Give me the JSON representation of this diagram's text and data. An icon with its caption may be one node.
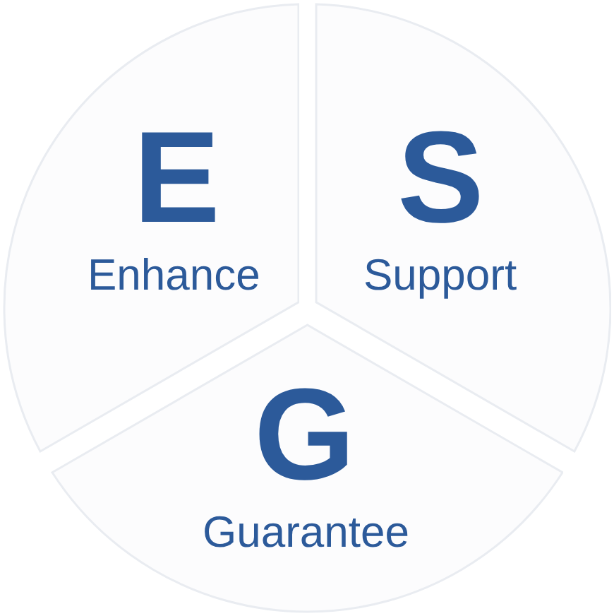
{
  "diagram": {
    "nodes": [
      {
        "text": [
          "E",
          "Enhance"
        ]
      },
      {
        "text": [
          "S",
          "Support"
        ]
      },
      {
        "text": [
          "G",
          "Guarantee"
        ]
      }
    ]
  }
}
